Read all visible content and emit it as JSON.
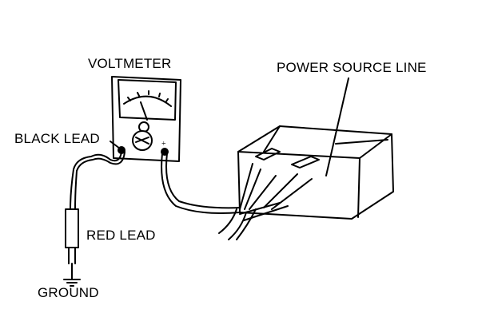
{
  "labels": {
    "voltmeter": "VOLTMETER",
    "power_source_line": "POWER SOURCE LINE",
    "black_lead": "BLACK LEAD",
    "red_lead": "RED LEAD",
    "ground": "GROUND"
  },
  "colors": {
    "line": "#000000",
    "background": "#ffffff"
  }
}
